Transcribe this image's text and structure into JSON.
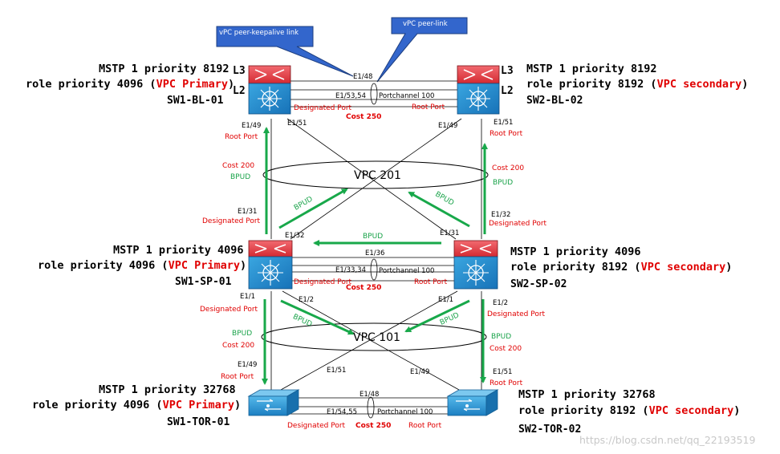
{
  "callouts": {
    "keepalive": "vPC peer-keepalive link",
    "peer_link": "vPC peer-link"
  },
  "switches": {
    "sw1_bl": {
      "line1": "MSTP 1 priority 8192",
      "line2_prefix": "role priority 4096 (",
      "role": "VPC Primary",
      "line2_suffix": ")",
      "name": "SW1-BL-01",
      "l3": "L3",
      "l2": "L2"
    },
    "sw2_bl": {
      "line1": "MSTP 1 priority 8192",
      "line2_prefix": "role priority 8192 (",
      "role": "VPC secondary",
      "line2_suffix": ")",
      "name": "SW2-BL-02",
      "l3": "L3",
      "l2": "L2"
    },
    "sw1_sp": {
      "line1": "MSTP 1 priority 4096",
      "line2_prefix": "role priority 4096 (",
      "role": "VPC Primary",
      "line2_suffix": ")",
      "name": "SW1-SP-01"
    },
    "sw2_sp": {
      "line1": "MSTP 1 priority 4096",
      "line2_prefix": "role priority 8192 (",
      "role": "VPC secondary",
      "line2_suffix": ")",
      "name": "SW2-SP-02"
    },
    "sw1_tor": {
      "line1": "MSTP 1 priority 32768",
      "line2_prefix": "role priority 4096 (",
      "role": "VPC Primary",
      "line2_suffix": ")",
      "name": "SW1-TOR-01"
    },
    "sw2_tor": {
      "line1": "MSTP 1 priority 32768",
      "line2_prefix": "role priority 8192 (",
      "role": "VPC secondary",
      "line2_suffix": ")",
      "name": "SW2-TOR-02"
    }
  },
  "top_pair": {
    "e148": "E1/48",
    "e15354": "E1/53,54",
    "portchannel": "Portchannel 100",
    "designated": "Designated Port",
    "root": "Root Port",
    "cost": "Cost 250"
  },
  "mid_pair": {
    "e136": "E1/36",
    "e13334": "E1/33,34",
    "portchannel": "Portchannel 100",
    "designated": "Designated Port",
    "root": "Root Port",
    "cost": "Cost 250"
  },
  "bot_pair": {
    "e148": "E1/48",
    "e15455": "E1/54,55",
    "portchannel": "Portchannel 100",
    "designated": "Designated Port",
    "root": "Root Port",
    "cost": "Cost 250"
  },
  "upper_links": {
    "bl1_e149": "E1/49",
    "bl1_root": "Root Port",
    "bl1_e151": "E1/51",
    "bl2_e149": "E1/49",
    "bl2_e151": "E1/51",
    "bl2_root": "Root Port",
    "left_cost": "Cost 200",
    "left_bpud": "BPUD",
    "right_cost": "Cost 200",
    "right_bpud": "BPUD",
    "vpc": "VPC 201",
    "bpud_diag_left": "BPUD",
    "bpud_diag_right": "BPUD",
    "sp1_e131": "E1/31",
    "sp1_designated": "Designated Port",
    "sp1_e132": "E1/32",
    "sp2_e132": "E1/32",
    "sp2_designated": "Designated Port",
    "sp2_e131": "E1/31",
    "bpud_horizontal": "BPUD"
  },
  "lower_links": {
    "sp1_e11": "E1/1",
    "sp1_designated": "Designated Port",
    "sp1_e12": "E1/2",
    "sp2_e11": "E1/1",
    "sp2_e12": "E1/2",
    "sp2_designated": "Designated Port",
    "left_bpud": "BPUD",
    "left_cost": "Cost 200",
    "right_bpud": "BPUD",
    "right_cost": "Cost 200",
    "bpud_diag_left": "BPUD",
    "bpud_diag_right": "BPUD",
    "vpc": "VPC 101",
    "tor1_e149": "E1/49",
    "tor1_root": "Root Port",
    "tor1_e151": "E1/51",
    "tor2_e149": "E1/49",
    "tor2_e151": "E1/51",
    "tor2_root": "Root Port"
  },
  "watermark": "https://blog.csdn.net/qq_22193519",
  "colors": {
    "router_red": "#e0343c",
    "switch_blue": "#1f8fd0",
    "tor_blue": "#2a9fd8",
    "callout_blue": "#3366cc",
    "arrow_green": "#18a84a",
    "label_red": "#e00000"
  }
}
